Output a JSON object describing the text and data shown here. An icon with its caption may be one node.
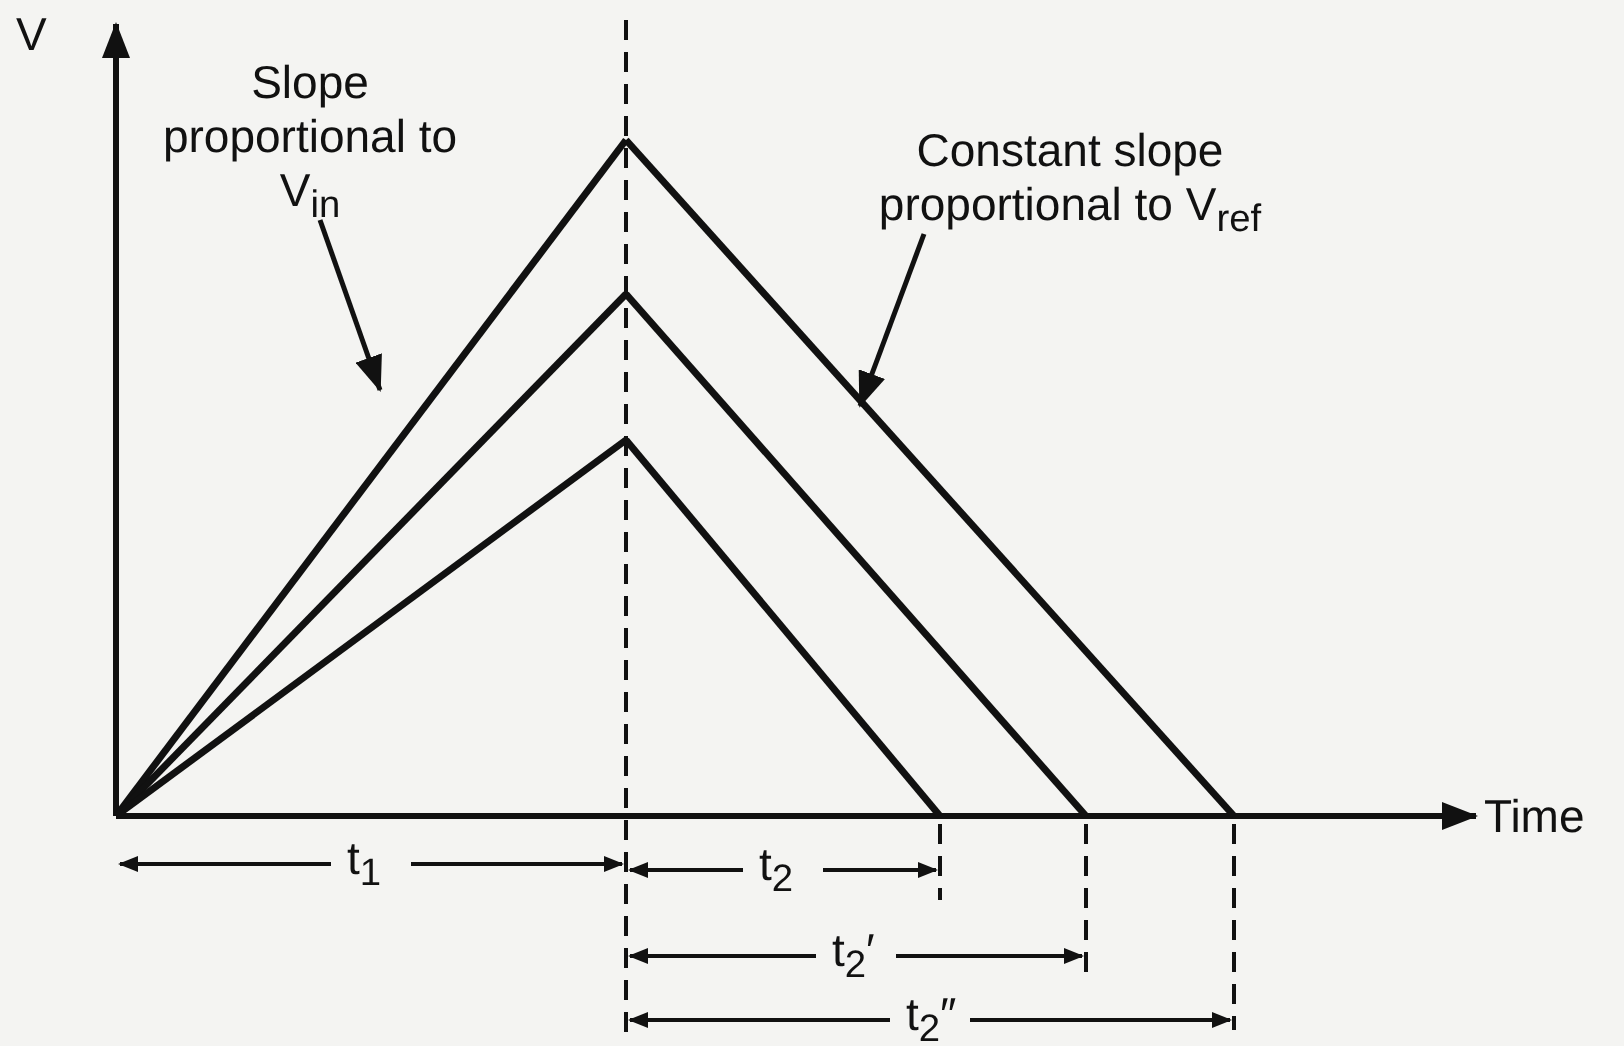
{
  "diagram": {
    "nodes": [
      {
        "text": [
          "Slope proportional to V$_{in}$"
        ]
      },
      {
        "text": [],
        "shape": "line"
      },
      {
        "text": [
          "Constant slope proportional to V$_{ref}$"
        ]
      },
      {
        "text": [],
        "shape": "line"
      }
    ],
    "edges": [
      {
        "from": 0,
        "to": 1,
        "arrow": "to"
      },
      {
        "from": 2,
        "to": 3,
        "arrow": "to"
      }
    ],
    "labels": [
      "V",
      "Time",
      "t$_{1}$",
      "t$_{2}$",
      "t$_{2}$′",
      "t$_{2}$″"
    ]
  }
}
